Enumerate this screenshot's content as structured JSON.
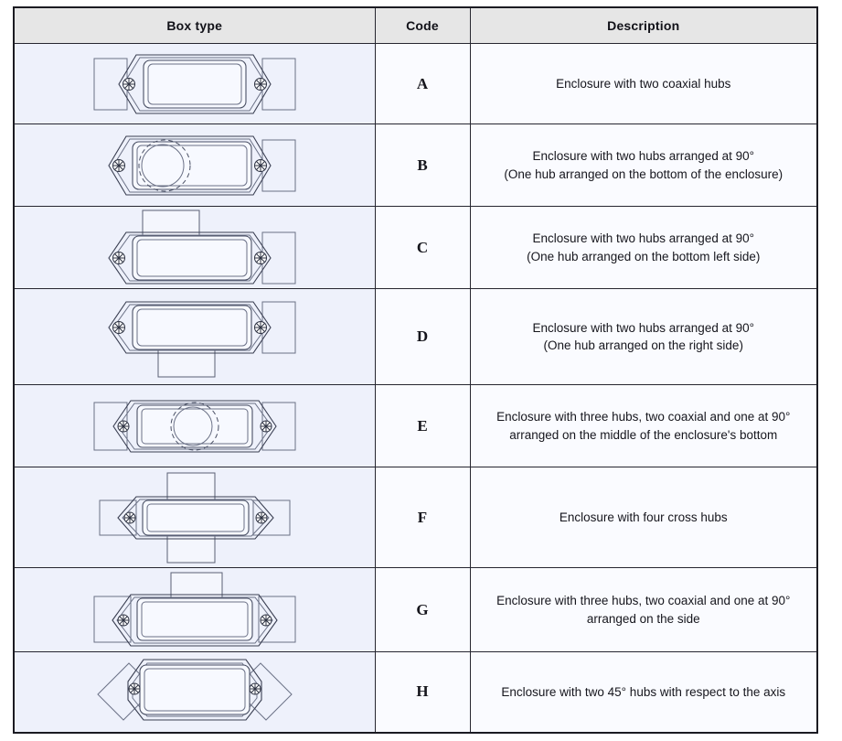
{
  "table": {
    "headers": {
      "box_type": "Box type",
      "code": "Code",
      "description": "Description"
    },
    "rows": [
      {
        "code": "A",
        "figure": "enclosure-two-coaxial-hubs",
        "description_lines": [
          "Enclosure with two coaxial hubs"
        ]
      },
      {
        "code": "B",
        "figure": "enclosure-two-hubs-90-bottom",
        "description_lines": [
          "Enclosure with two hubs arranged at 90°",
          "(One hub arranged on the bottom of the enclosure)"
        ]
      },
      {
        "code": "C",
        "figure": "enclosure-two-hubs-90-bottom-left",
        "description_lines": [
          "Enclosure with two hubs arranged at 90°",
          "(One hub arranged on the bottom left side)"
        ]
      },
      {
        "code": "D",
        "figure": "enclosure-two-hubs-90-right",
        "description_lines": [
          "Enclosure with two hubs arranged at 90°",
          "(One hub arranged on the right side)"
        ]
      },
      {
        "code": "E",
        "figure": "enclosure-three-hubs-middle-bottom",
        "description_lines": [
          "Enclosure with three hubs, two coaxial and one at 90°",
          "arranged on the middle of the enclosure's bottom"
        ]
      },
      {
        "code": "F",
        "figure": "enclosure-four-cross-hubs",
        "description_lines": [
          "Enclosure with four cross hubs"
        ]
      },
      {
        "code": "G",
        "figure": "enclosure-three-hubs-side",
        "description_lines": [
          "Enclosure with three hubs, two coaxial and one at 90°",
          "arranged on the side"
        ]
      },
      {
        "code": "H",
        "figure": "enclosure-two-45-hubs",
        "description_lines": [
          "Enclosure with two 45° hubs with respect to the axis"
        ]
      }
    ]
  },
  "colors": {
    "header_fill": "#e6e6e6",
    "boxtype_cell_fill": "#eef1fb",
    "data_cell_fill": "#fafbff",
    "border": "#262630",
    "drawing_stroke": "#3a3f52",
    "page_background": "#ffffff"
  }
}
